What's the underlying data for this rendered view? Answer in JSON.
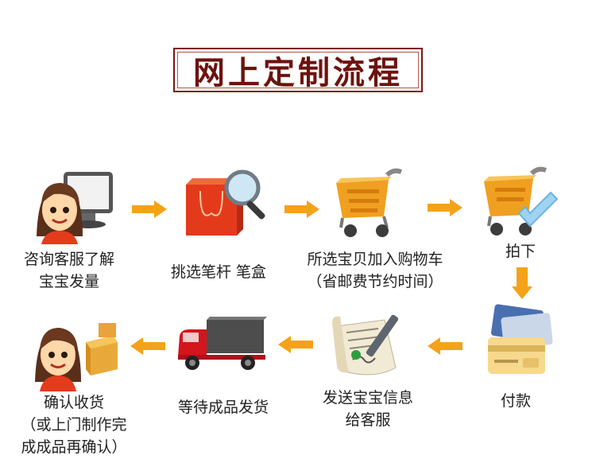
{
  "title": "网上定制流程",
  "steps": [
    {
      "lines": [
        "咨询客服了解",
        "宝宝发量"
      ]
    },
    {
      "lines": [
        "挑选笔杆 笔盒"
      ]
    },
    {
      "lines": [
        "所选宝贝加入购物车",
        "（省邮费节约时间）"
      ]
    },
    {
      "lines": [
        "拍下"
      ]
    },
    {
      "lines": [
        "付款"
      ]
    },
    {
      "lines": [
        "发送宝宝信息",
        "给客服"
      ]
    },
    {
      "lines": [
        "等待成品发货"
      ]
    },
    {
      "lines": [
        "确认收货",
        "（或上门制作完",
        "成成品再确认）"
      ]
    }
  ],
  "colors": {
    "title": "#6e120e",
    "arrow": "#f5a21b",
    "bag": "#e83a1e",
    "cart": "#f0a020",
    "truck_cab": "#d6141b",
    "check": "#9fd3f2"
  }
}
